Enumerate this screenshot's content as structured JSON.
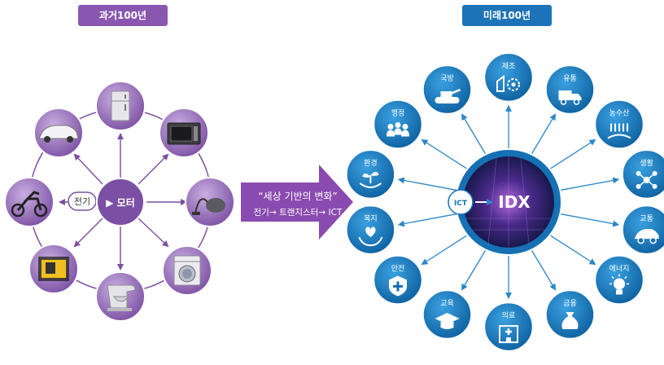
{
  "left": {
    "title": "과거100년",
    "center_label": "▶ 모터",
    "source_label": "전기"
  },
  "middle": {
    "quote": "“세상 기반의 변화”",
    "sub": "전기→ 트랜지스터→ ICT"
  },
  "right": {
    "title": "미래100년",
    "hub_left": "ICT",
    "hub_right": "IDX",
    "nodes": [
      "제조",
      "유통",
      "농수산",
      "생활",
      "교통",
      "에너지",
      "금융",
      "의료",
      "교육",
      "안전",
      "복지",
      "환경",
      "행정",
      "국방"
    ]
  },
  "colors": {
    "purple": "#7b4fa3",
    "purple_pill": "#8a57b0",
    "blue": "#1677bd",
    "blue_pill": "#1c73b8"
  }
}
